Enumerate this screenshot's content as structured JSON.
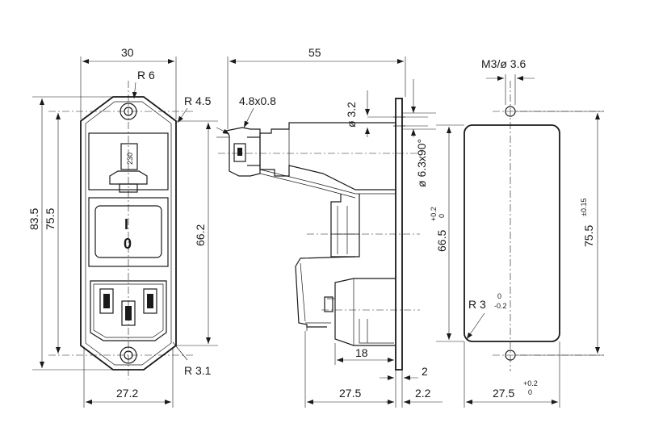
{
  "dimensions": {
    "front_width": "30",
    "corner_radius_top": "R 6",
    "corner_radius_right": "R 4.5",
    "overall_height": "83.5",
    "mount_height": "75.5",
    "switch_height": "66.2",
    "bottom_width": "27.2",
    "corner_radius_bottom": "R 3.1",
    "side_depth": "55",
    "tab_size": "4.8x0.8",
    "hole_diameter": "ø 3.2",
    "countersink": "ø 6.3x90°",
    "depth_18": "18",
    "flange_2": "2",
    "width_27_5": "27.5",
    "flange_2_2": "2.2",
    "screw": "M3/ø 3.6",
    "cutout_height": "66.5",
    "cutout_height_tol_up": "+0.2",
    "cutout_height_tol_low": "0",
    "cutout_radius": "R 3",
    "cutout_radius_tol_up": "0",
    "cutout_radius_tol_low": "-0.2",
    "hole_spacing": "75.5",
    "hole_spacing_tol": "±0.15",
    "cutout_width": "27.5",
    "cutout_width_tol_up": "+0.2",
    "cutout_width_tol_low": "0"
  },
  "front": {
    "fuse_label": "230",
    "switch_on": "I",
    "switch_off": "0"
  }
}
